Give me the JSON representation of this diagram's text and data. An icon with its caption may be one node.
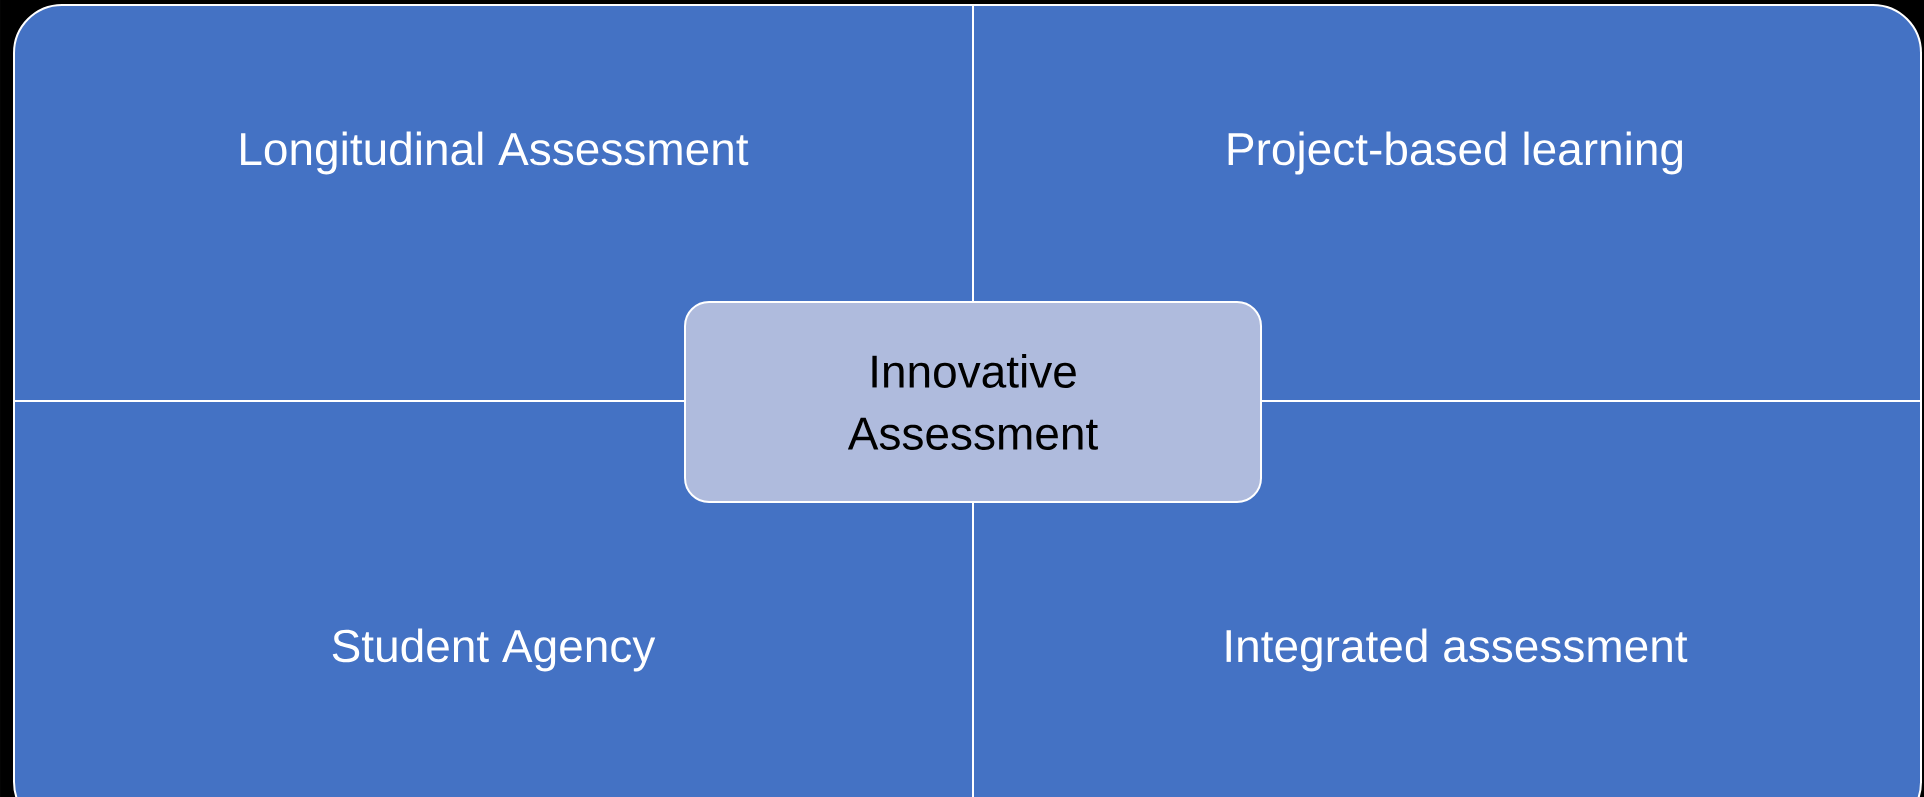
{
  "diagram": {
    "nodes": [
      {
        "text": [
          "Longitudinal Assessment"
        ]
      },
      {
        "text": [
          "Project-based learning"
        ]
      },
      {
        "text": [
          "Innovative Assessment"
        ]
      },
      {
        "text": [
          "Student Agency"
        ]
      },
      {
        "text": [
          "Integrated assessment"
        ]
      }
    ]
  }
}
